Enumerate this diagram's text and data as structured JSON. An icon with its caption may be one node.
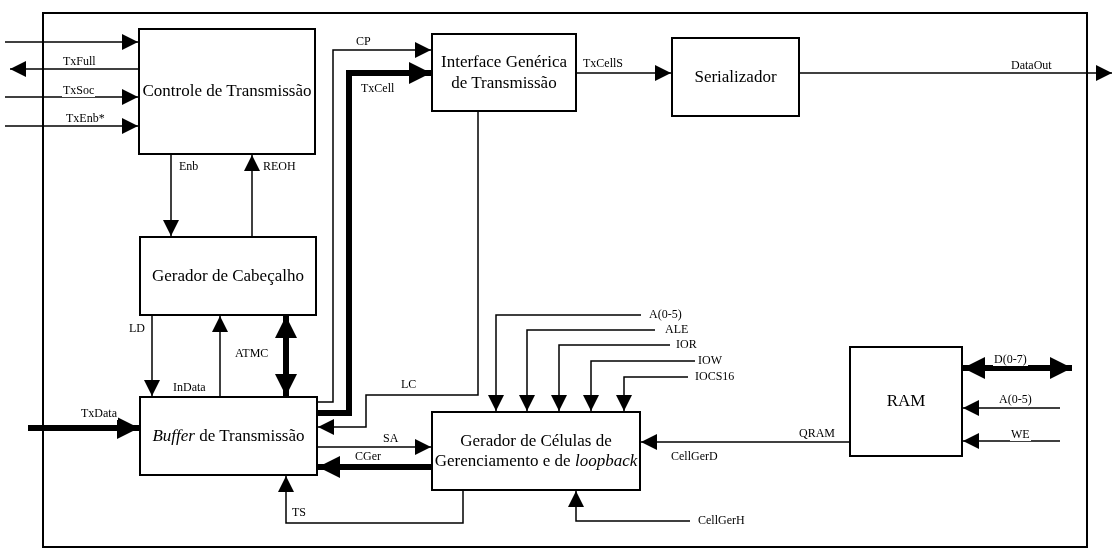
{
  "diagram": {
    "nodes": [
      {
        "text": [],
        "shape": "box"
      },
      {
        "text": [
          "Controle de Transmissão"
        ],
        "in": 0
      },
      {
        "text": [
          "Interface Genérica de Transmissão"
        ],
        "in": 0
      },
      {
        "text": [
          "Serializador"
        ],
        "in": 0
      },
      {
        "text": [
          "Gerador de Cabeçalho"
        ],
        "in": 0
      },
      {
        "text": [
          "*Buffer* de Transmissão"
        ],
        "in": 0
      },
      {
        "text": [
          "Gerador de Células de Gerenciamento e de *loopback*"
        ],
        "in": 0
      },
      {
        "text": [
          "RAM"
        ],
        "in": 0
      }
    ],
    "edges": [
      {
        "from": null,
        "to": 1,
        "arrow": "to"
      },
      {
        "from": 1,
        "to": null,
        "arrow": "to",
        "label": "TxFull"
      },
      {
        "from": null,
        "to": 1,
        "arrow": "to",
        "label": "TxSoc"
      },
      {
        "from": null,
        "to": 1,
        "arrow": "to",
        "label": "TxEnb*"
      },
      {
        "from": 1,
        "to": 4,
        "arrow": "to",
        "label": "Enb"
      },
      {
        "from": 4,
        "to": 1,
        "arrow": "to",
        "label": "REOH"
      },
      {
        "from": 4,
        "to": 5,
        "arrow": "to",
        "label": "LD"
      },
      {
        "from": 5,
        "to": 4,
        "arrow": "to",
        "label": "InData"
      },
      {
        "from": 4,
        "to": 5,
        "arrow": "both",
        "label": "ATMC",
        "style": "thick"
      },
      {
        "from": 5,
        "to": 2,
        "arrow": "to",
        "label": "CP"
      },
      {
        "from": 5,
        "to": 2,
        "arrow": "to",
        "label": "TxCell",
        "style": "thick"
      },
      {
        "from": 2,
        "to": 5,
        "arrow": "to",
        "label": "LC"
      },
      {
        "from": 5,
        "to": 6,
        "arrow": "to",
        "label": "SA"
      },
      {
        "from": 6,
        "to": 5,
        "arrow": "to",
        "label": "CGer",
        "style": "thick"
      },
      {
        "from": 6,
        "to": 5,
        "arrow": "to",
        "label": "TS"
      },
      {
        "from": 2,
        "to": 3,
        "arrow": "to",
        "label": "TxCellS"
      },
      {
        "from": 3,
        "to": null,
        "arrow": "to",
        "label": "DataOut"
      },
      {
        "from": null,
        "to": 6,
        "arrow": "to",
        "label": "A(0-5)"
      },
      {
        "from": null,
        "to": 6,
        "arrow": "to",
        "label": "ALE"
      },
      {
        "from": null,
        "to": 6,
        "arrow": "to",
        "label": "IOR"
      },
      {
        "from": null,
        "to": 6,
        "arrow": "to",
        "label": "IOW"
      },
      {
        "from": null,
        "to": 6,
        "arrow": "to",
        "label": "IOCS16"
      },
      {
        "from": 7,
        "to": 6,
        "arrow": "to",
        "label": "QRAM"
      },
      {
        "from": null,
        "to": 6,
        "arrow": "to",
        "label": "CellGerH"
      },
      {
        "from": 7,
        "to": null,
        "arrow": "both",
        "label": "D(0-7)",
        "style": "thick"
      },
      {
        "from": null,
        "to": 7,
        "arrow": "to",
        "label": "A(0-5)"
      },
      {
        "from": null,
        "to": 7,
        "arrow": "to",
        "label": "WE"
      },
      {
        "from": null,
        "to": 5,
        "arrow": "to",
        "label": "TxData",
        "style": "thick"
      }
    ],
    "labels": [
      "CellGerD"
    ]
  }
}
